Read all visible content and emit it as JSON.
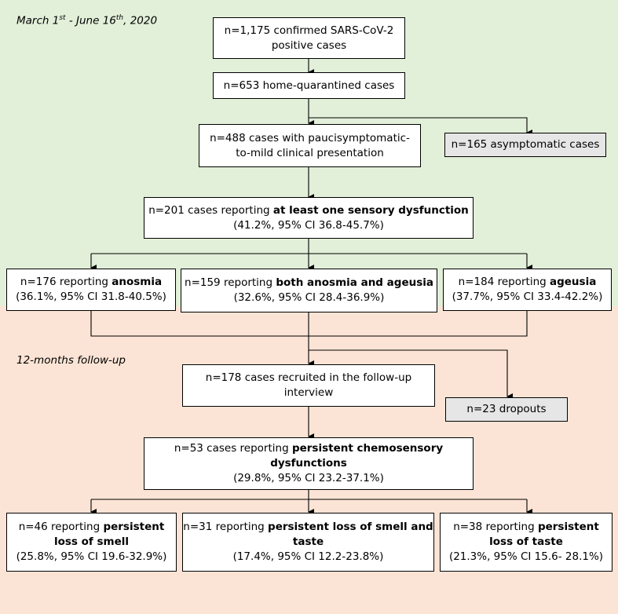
{
  "phases": {
    "initial": {
      "prefix": "March 1",
      "sup1": "st",
      "mid": " - June 16",
      "sup2": "th",
      "suffix": ", 2020"
    },
    "followup": "12-months follow-up"
  },
  "boxes": {
    "confirmed": {
      "line1": "n=1,175 confirmed SARS-CoV-2",
      "line2": "positive cases"
    },
    "home": {
      "line1": "n=653 home-quarantined cases"
    },
    "mild": {
      "line1": "n=488 cases with paucisymptomatic-",
      "line2": "to-mild clinical presentation"
    },
    "asymptomatic": {
      "line1": "n=165 asymptomatic cases"
    },
    "sensory": {
      "pre": "n=201 cases reporting ",
      "bold": "at least one sensory dysfunction",
      "line2": "(41.2%, 95% CI 36.8-45.7%)"
    },
    "anosmia": {
      "pre": "n=176 reporting ",
      "bold": "anosmia",
      "line2": "(36.1%, 95% CI 31.8-40.5%)"
    },
    "both": {
      "pre": "n=159 reporting ",
      "bold": "both anosmia and ageusia",
      "line2": "(32.6%, 95% CI 28.4-36.9%)"
    },
    "ageusia": {
      "pre": "n=184 reporting ",
      "bold": "ageusia",
      "line2": "(37.7%, 95% CI 33.4-42.2%)"
    },
    "recruited": {
      "line1": "n=178 cases recruited in the follow-up",
      "line2": "interview"
    },
    "dropouts": {
      "line1": "n=23 dropouts"
    },
    "persistent": {
      "pre": "n=53 cases reporting ",
      "bold1": "persistent chemosensory",
      "bold2": "dysfunctions",
      "line3": "(29.8%, 95% CI 23.2-37.1%)"
    },
    "smell": {
      "pre": "n=46 reporting ",
      "bold1": "persistent",
      "bold2": "loss of smell",
      "line3": "(25.8%, 95% CI 19.6-32.9%)"
    },
    "smelltaste": {
      "pre": "n=31 reporting ",
      "bold1": "persistent loss of smell and",
      "bold2": "taste",
      "line3": "(17.4%, 95% CI 12.2-23.8%)"
    },
    "taste": {
      "pre": "n=38 reporting ",
      "bold1": "persistent",
      "bold2": "loss of taste",
      "line3": "(21.3%, 95% CI 15.6- 28.1%)"
    }
  }
}
